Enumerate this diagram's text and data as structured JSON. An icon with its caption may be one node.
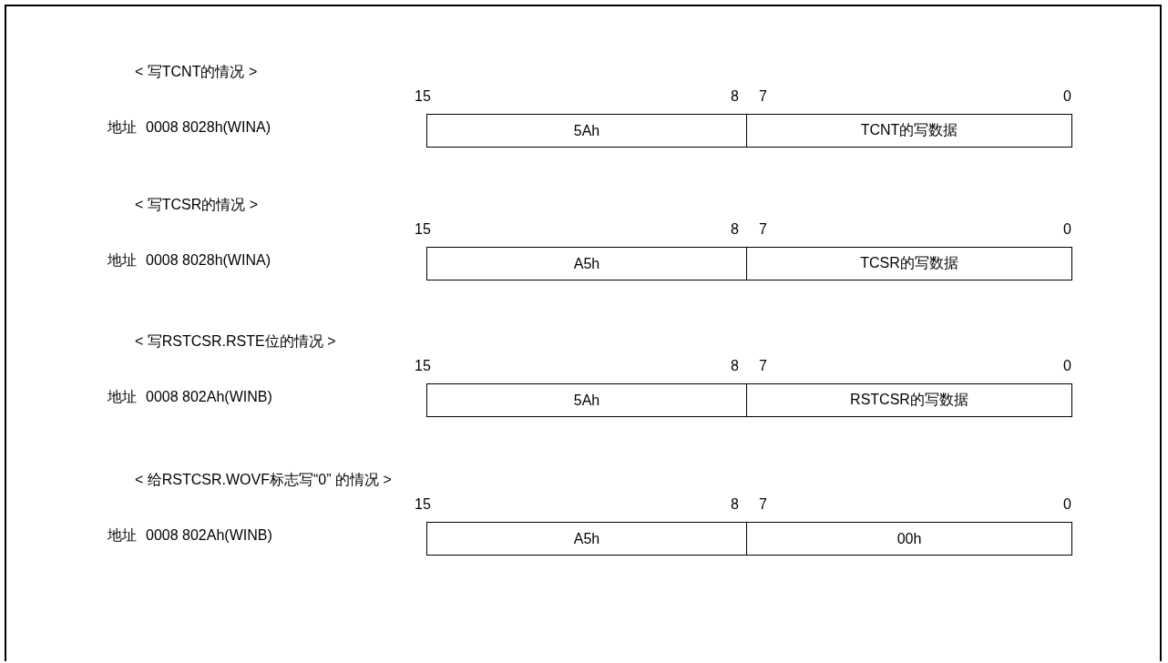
{
  "diagram": {
    "nodes": [
      {
        "text": [
          "5Ah"
        ]
      },
      {
        "text": [
          "TCNT的写数据"
        ]
      },
      {
        "text": [
          "A5h"
        ]
      },
      {
        "text": [
          "TCSR的写数据"
        ]
      },
      {
        "text": [
          "5Ah"
        ]
      },
      {
        "text": [
          "RSTCSR的写数据"
        ]
      },
      {
        "text": [
          "A5h"
        ]
      },
      {
        "text": [
          "00h"
        ]
      }
    ],
    "labels": [
      "< 写TCNT的情况 >",
      "15",
      "8",
      "7",
      "0",
      "地址",
      "0008 8028h(WINA)",
      "< 写TCSR的情况 >",
      "15",
      "8",
      "7",
      "0",
      "地址",
      "0008 8028h(WINA)",
      "< 写RSTCSR.RSTE位的情况 >",
      "15",
      "8",
      "7",
      "0",
      "地址",
      "0008 802Ah(WINB)",
      "< 给RSTCSR.WOVF标志写“0” 的情况 >",
      "15",
      "8",
      "7",
      "0",
      "地址",
      "0008 802Ah(WINB)"
    ]
  }
}
